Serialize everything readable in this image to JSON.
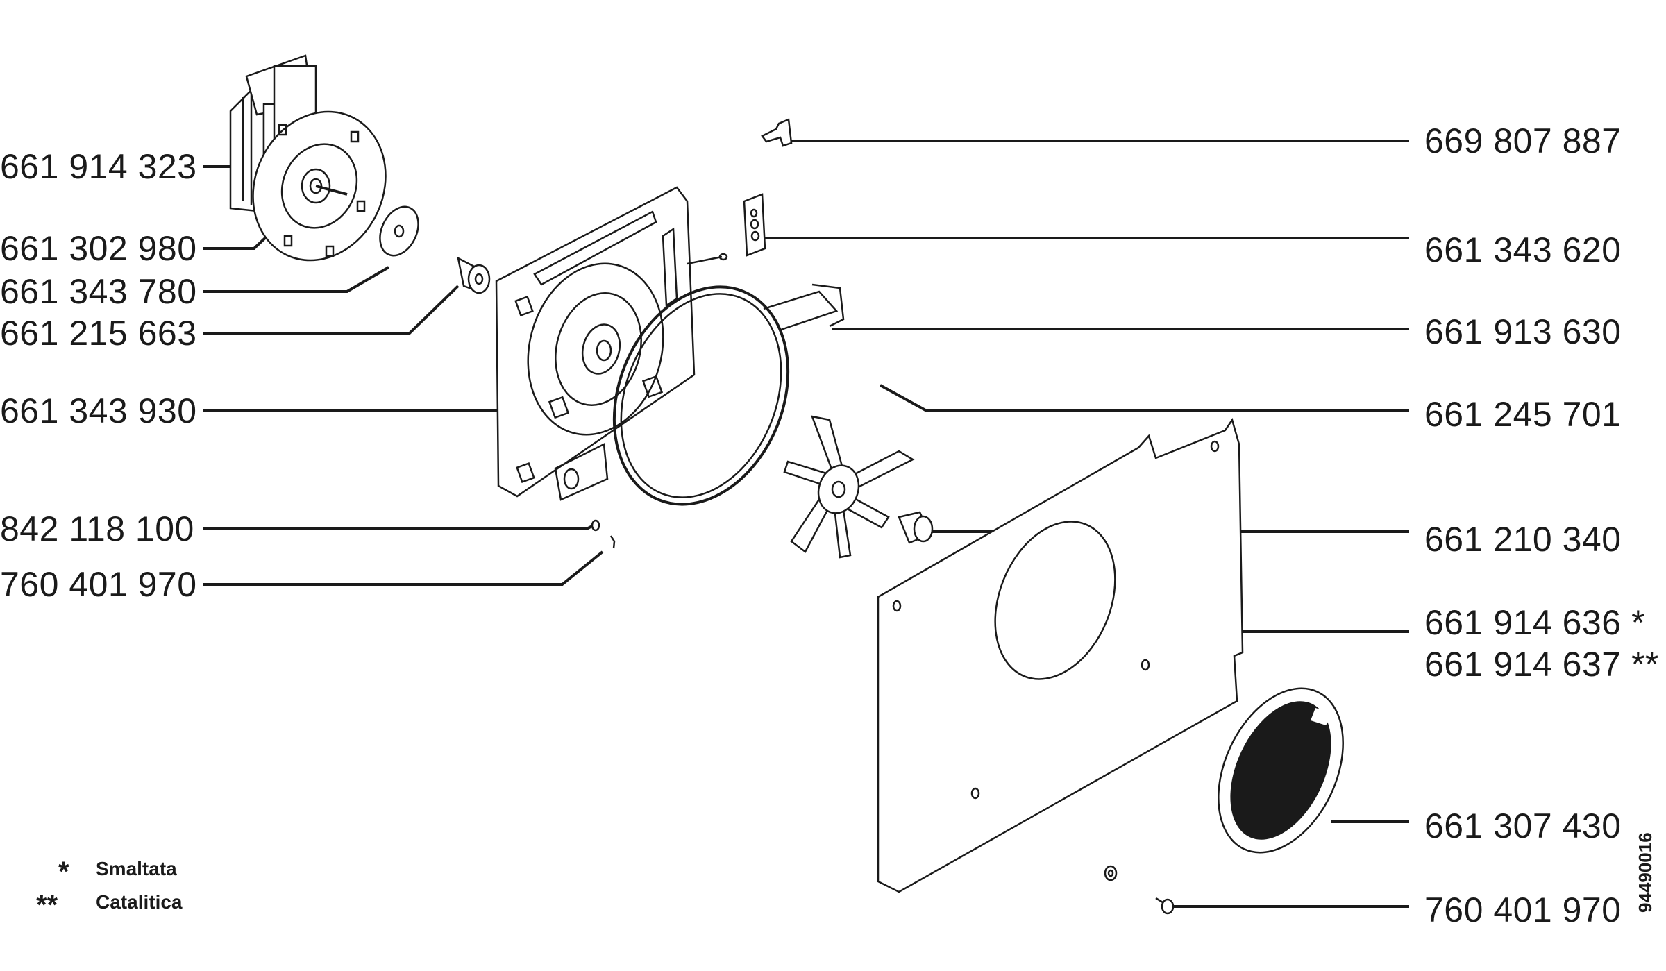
{
  "left_labels": [
    {
      "id": "l1",
      "text": "661 914 323"
    },
    {
      "id": "l2",
      "text": "661 302 980"
    },
    {
      "id": "l3",
      "text": "661 343 780"
    },
    {
      "id": "l4",
      "text": "661 215 663"
    },
    {
      "id": "l5",
      "text": "661 343 930"
    },
    {
      "id": "l6",
      "text": "842 118 100"
    },
    {
      "id": "l7",
      "text": "760 401 970"
    }
  ],
  "right_labels": [
    {
      "id": "r1",
      "text": "669 807 887"
    },
    {
      "id": "r2",
      "text": "661 343 620"
    },
    {
      "id": "r3",
      "text": "661 913 630"
    },
    {
      "id": "r4",
      "text": "661 245 701"
    },
    {
      "id": "r5",
      "text": "661 210 340"
    },
    {
      "id": "r6",
      "text": "661 914 636 *"
    },
    {
      "id": "r7",
      "text": "661 914 637 **"
    },
    {
      "id": "r8",
      "text": "661 307 430"
    },
    {
      "id": "r9",
      "text": "760 401 970"
    }
  ],
  "legend": [
    {
      "symbol": "*",
      "text": "Smaltata"
    },
    {
      "symbol": "**",
      "text": "Catalitica"
    }
  ],
  "doc_number": "94490016"
}
